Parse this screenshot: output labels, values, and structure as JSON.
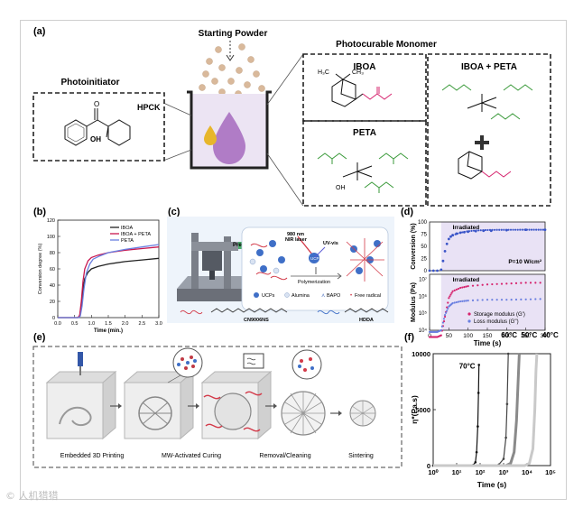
{
  "panel_labels": {
    "a": "(a)",
    "b": "(b)",
    "c": "(c)",
    "d": "(d)",
    "e": "(e)",
    "f": "(f)"
  },
  "panel_a": {
    "starting_powder": "Starting Powder",
    "photoinitiator_title": "Photoinitiator",
    "photocurable_title": "Photocurable Monomer",
    "hpck": "HPCK",
    "iboa": "IBOA",
    "iboa_peta": "IBOA + PETA",
    "peta": "PETA",
    "oh": "OH",
    "h3c": "H₃C",
    "ch3": "CH₃",
    "colors": {
      "acrylate_pink": "#d6246e",
      "acrylate_green": "#3a9a3a",
      "droplet": "#b07cc6",
      "drop_yellow": "#e7b62b",
      "powder": "#d7b89a"
    }
  },
  "panel_b": {
    "chart_data": {
      "type": "line",
      "xlabel": "Time (min.)",
      "ylabel": "Conversion degree (%)",
      "xlim": [
        0.0,
        3.0
      ],
      "ylim": [
        0,
        120
      ],
      "xticks": [
        "0.0",
        "0.5",
        "1.0",
        "1.5",
        "2.0",
        "2.5",
        "3.0"
      ],
      "yticks": [
        "0",
        "20",
        "40",
        "60",
        "80",
        "100",
        "120"
      ],
      "legend_position": "top-right",
      "series": [
        {
          "name": "IBOA",
          "color": "#222222",
          "x": [
            0,
            0.6,
            0.65,
            0.7,
            0.75,
            0.8,
            0.9,
            1.0,
            1.2,
            1.5,
            2.0,
            2.5,
            3.0
          ],
          "y": [
            0,
            0,
            2,
            15,
            35,
            48,
            56,
            60,
            63,
            66,
            69,
            71,
            73
          ]
        },
        {
          "name": "IBOA + PETA",
          "color": "#c8174f",
          "x": [
            0,
            0.6,
            0.65,
            0.7,
            0.75,
            0.8,
            0.9,
            1.0,
            1.2,
            1.5,
            2.0,
            2.5,
            3.0
          ],
          "y": [
            0,
            0,
            3,
            20,
            45,
            60,
            70,
            74,
            77,
            80,
            83,
            85,
            87
          ]
        },
        {
          "name": "PETA",
          "color": "#6a7fe0",
          "x": [
            0,
            0.62,
            0.67,
            0.72,
            0.78,
            0.85,
            0.95,
            1.05,
            1.25,
            1.5,
            2.0,
            2.5,
            3.0
          ],
          "y": [
            0,
            0,
            2,
            14,
            36,
            55,
            66,
            72,
            76,
            80,
            84,
            87,
            90
          ]
        }
      ]
    }
  },
  "panel_c": {
    "pressure": "Pressure",
    "laser": "980 nm",
    "laser2": "NIR laser",
    "uvvis": "UV-vis",
    "ucp": "UCP",
    "polymerization": "Polymerization",
    "legend": [
      "UCPs",
      "Alumina",
      "BAPO",
      "Free radical"
    ],
    "monomer1": "CN9006NS",
    "monomer2": "HDDA"
  },
  "panel_d": {
    "chart_data": [
      {
        "type": "scatter",
        "ylabel": "Conversion (%)",
        "xlim": [
          0,
          300
        ],
        "ylim": [
          0,
          100
        ],
        "yticks": [
          "0",
          "25",
          "50",
          "75",
          "100"
        ],
        "annotation": "Irradiated",
        "power": "P=10 W/cm²",
        "irradiated_range": [
          30,
          300
        ],
        "series": [
          {
            "name": "",
            "color": "#3a55c8",
            "x": [
              0,
              10,
              20,
              30,
              35,
              40,
              45,
              50,
              55,
              60,
              70,
              80,
              90,
              100,
              120,
              140,
              160,
              200,
              250,
              300
            ],
            "y": [
              0,
              0,
              0,
              2,
              20,
              40,
              55,
              65,
              70,
              73,
              76,
              78,
              79,
              80,
              81,
              82,
              82,
              83,
              84,
              84
            ]
          }
        ]
      },
      {
        "type": "scatter",
        "ylabel": "Modulus (Pa)",
        "xlabel": "Time (s)",
        "xlim": [
          0,
          300
        ],
        "xticks": [
          "0",
          "50",
          "100",
          "150",
          "200",
          "250",
          "300"
        ],
        "yticks": [
          "10⁴",
          "10⁵",
          "10⁶",
          "10⁷"
        ],
        "ylog": [
          4,
          7.3
        ],
        "annotation": "Irradiated",
        "irradiated_range": [
          30,
          300
        ],
        "legend_position": "bottom-right",
        "series": [
          {
            "name": "Storage modulus (G')",
            "color": "#d6246e",
            "x": [
              0,
              10,
              20,
              30,
              40,
              50,
              60,
              80,
              100,
              150,
              200,
              250,
              300
            ],
            "y": [
              3.6,
              3.6,
              3.6,
              3.7,
              4.8,
              5.9,
              6.3,
              6.5,
              6.6,
              6.7,
              6.75,
              6.8,
              6.8
            ]
          },
          {
            "name": "Loss modulus (G'')",
            "color": "#6a7fe0",
            "x": [
              0,
              10,
              20,
              30,
              40,
              50,
              60,
              80,
              100,
              150,
              200,
              250,
              300
            ],
            "y": [
              3.9,
              3.9,
              3.9,
              4.0,
              4.9,
              5.4,
              5.6,
              5.7,
              5.75,
              5.8,
              5.8,
              5.82,
              5.85
            ]
          }
        ]
      }
    ]
  },
  "panel_e": {
    "steps": [
      "Embedded 3D Printing",
      "MW-Activated Curing",
      "Removal/Cleaning",
      "Sintering"
    ]
  },
  "panel_f": {
    "chart_data": {
      "type": "line",
      "xlabel": "Time (s)",
      "ylabel": "η*(Pa.s)",
      "xlog": [
        0,
        5
      ],
      "ylim": [
        0,
        10000
      ],
      "xticks": [
        "10⁰",
        "10¹",
        "10²",
        "10³",
        "10⁴",
        "10⁵"
      ],
      "yticks": [
        "0",
        "5000",
        "10000"
      ],
      "series": [
        {
          "name": "70°C",
          "color": "#111111",
          "x": [
            0,
            1.5,
            1.7,
            1.8,
            1.85,
            1.9,
            1.93,
            1.95
          ],
          "y": [
            0,
            0,
            50,
            300,
            1200,
            3500,
            6500,
            9000
          ]
        },
        {
          "name": "60°C",
          "color": "#444444",
          "x": [
            0,
            2.5,
            2.8,
            3.0,
            3.1,
            3.15,
            3.2
          ],
          "y": [
            0,
            0,
            100,
            600,
            2500,
            5500,
            10000
          ]
        },
        {
          "name": "50°C",
          "color": "#8a8a8a",
          "x": [
            0,
            3.1,
            3.3,
            3.45,
            3.55,
            3.62,
            3.67
          ],
          "y": [
            0,
            0,
            200,
            1200,
            4000,
            7500,
            10000
          ]
        },
        {
          "name": "40°C",
          "color": "#c9c9c9",
          "x": [
            0,
            3.9,
            4.1,
            4.25,
            4.33,
            4.38,
            4.42
          ],
          "y": [
            0,
            0,
            200,
            1500,
            5000,
            8500,
            10000
          ]
        }
      ]
    }
  },
  "watermark": "© 人机猎猎"
}
